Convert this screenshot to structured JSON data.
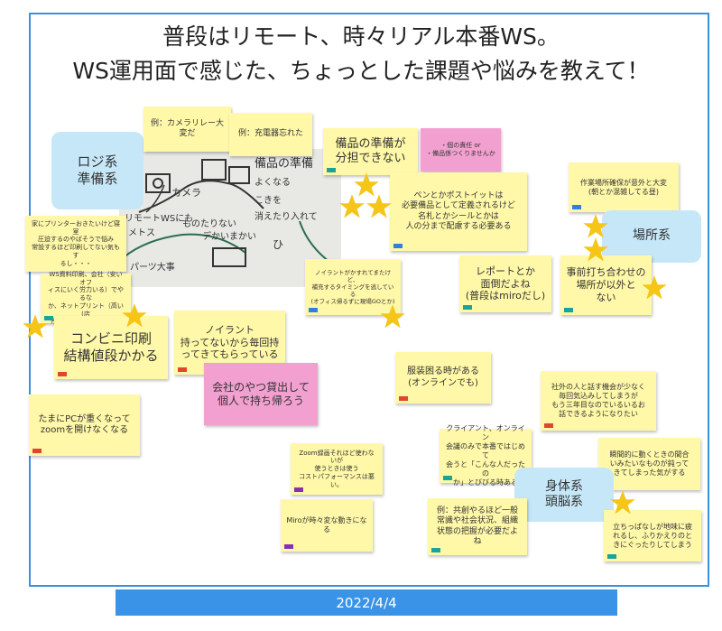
{
  "chart_data": {
    "type": "table",
    "title_line1": "普段はリモート、時々リアル本番WS。",
    "title_line2": "WS運用面で感じた、ちょっとした課題や悩みを教えて！",
    "notes": {
      "logi": "ロジ系\n準備系",
      "camera": "例：カメラリレー大変だ",
      "charger": "例：充電器忘れた",
      "bihin": "備品の準備が\n分担できない",
      "daikin": "・個の責任 or\n・備品係つくりませんか",
      "pen": "ペンとかポストイットは\n必要備品として定義されるけど\n名札とかシールとかは\n人の分まで配慮する必要ある",
      "basho_note": "作業場所確保が意外と大変\n(朝とか混雑してる昼)",
      "basho": "場所系",
      "printer": "家にプリンターおきたいけど寝室\n圧迫するのやばそうで悩み\n常設するほど印刷してない気もす\nるし・・・",
      "ws_print": "WS資料印刷、会社（安いオフ\nィスにいく労力いる）でやるな\nか、ネットプリント（高い(店\n所ですぐ）でやるか問題",
      "noirant_small": "ノイラントがかすれてまたけど、\n補充するタイミングを逃している\n(オフィス帰るずに現場GOとか)",
      "report": "レポートとか\n面倒だよね\n(普段はmiroだし)",
      "jizen": "事前打ち合わせの\n場所が以外と\nない",
      "conveni": "コンビニ印刷\n結構値段かかる",
      "noirant": "ノイラント\n持ってないから毎回持\nってきてもらっている",
      "kaisha": "会社のやつ貸出して\n個人で持ち帰ろう",
      "fukusou": "服装困る時がある\n(オンラインでも)",
      "shagai": "社外の人と話す機会が少なく\n毎回気込みしてしまうが\nもう三年目なのでいるいるお\n話できるようになりたい",
      "pc": "たまにPCが重くなって\nzoomを開けなくなる",
      "client": "クライアント、オンライン\n会議のみで本番ではじめて\n会うと「こんな人だったの\nか」とびびる時ある",
      "shuncho": "瞬間的に動くときの間合\nいみたいなものが鈍って\nきてしまった気がする",
      "zoom": "Zoom録画それほど使わないが\n使うときは使う\nコストパフォーマンスは悪い。",
      "shintai": "身体系\n頭脳系",
      "kyoso": "例：共創やるほど一般\n常識や社会状況、組織\n状態の把握が必要だよ\nね",
      "tachippa": "立ちっぱなしが地味に疲\nれるし、ふりかえりのと\nきにぐったりしてしまう",
      "miro": "Miroが時々変な動きになる"
    },
    "photo_notes": [
      "カメラ",
      "リモートWSにも",
      "メトス",
      "ものたりない",
      "備品の準備",
      "よくなる",
      "こきを",
      "消えたり入れて",
      "パーツ大事",
      "ひ",
      "デかいまかい"
    ],
    "date": "2022/4/4"
  },
  "colors": {
    "border": "#3b8fe0",
    "sticky": "#fff8a8",
    "pink": "#f2a0d0",
    "blue_note": "#c6e7f7",
    "star": "#f5c518",
    "date_bar": "#3a93e6"
  }
}
